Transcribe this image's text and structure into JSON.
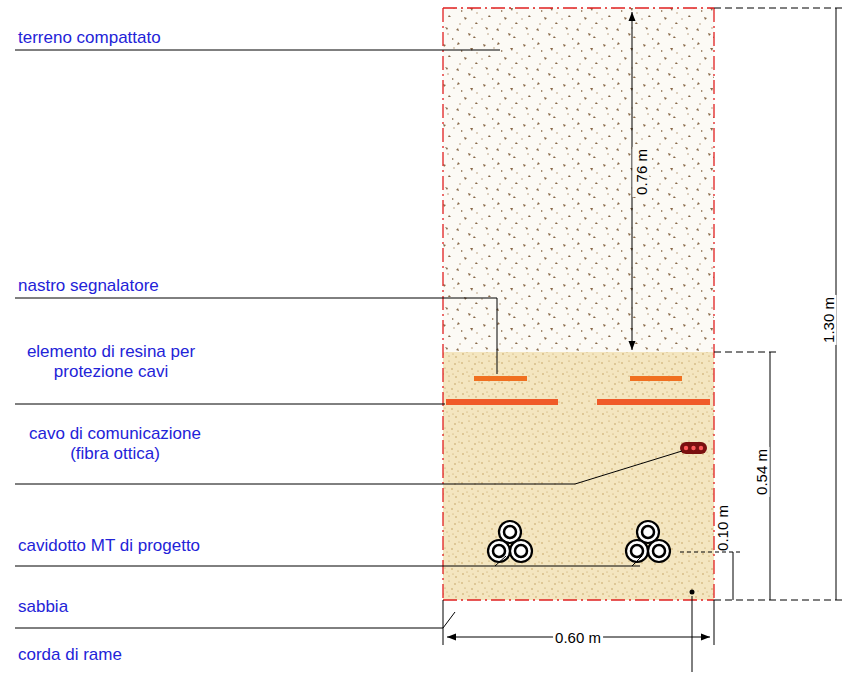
{
  "diagram": {
    "labels": [
      "terreno compattato",
      "nastro segnalatore",
      "elemento di resina per protezione cavi",
      "cavo di comunicazione (fibra ottica)",
      "cavidotto MT di progetto",
      "sabbia",
      "corda di rame",
      "0.76 m",
      "1.30 m",
      "0.54 m",
      "0.10 m",
      "0.60 m"
    ]
  }
}
